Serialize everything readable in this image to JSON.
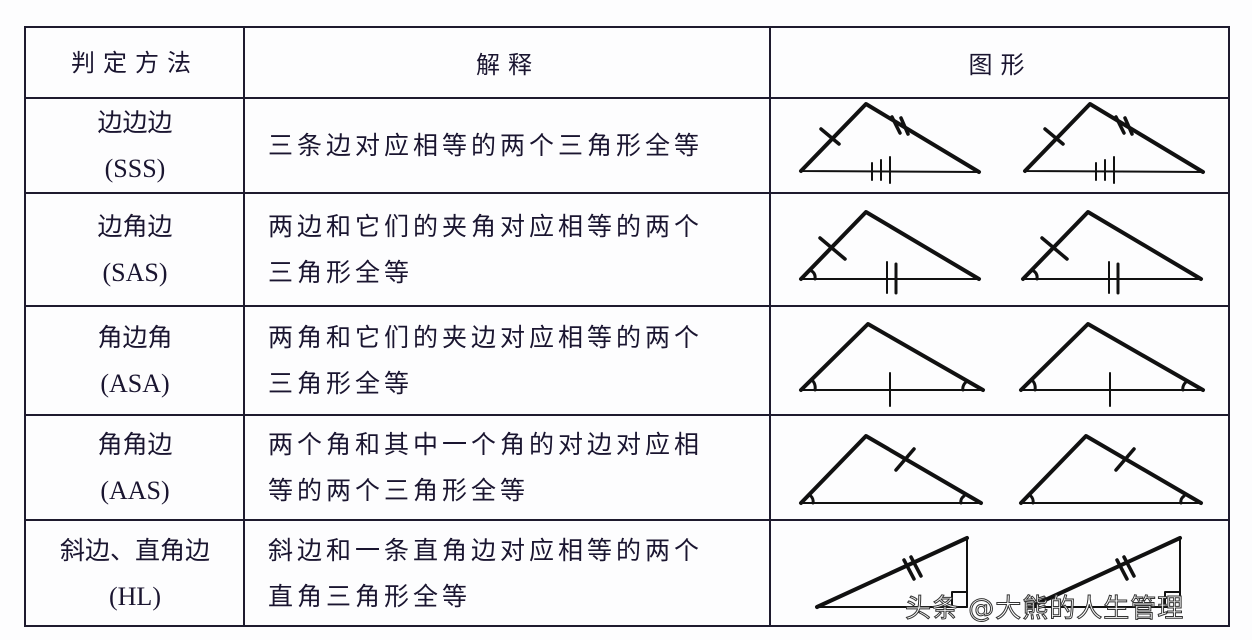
{
  "table": {
    "headers": [
      "判定方法",
      "解释",
      "图形"
    ],
    "rows": [
      {
        "method": "边边边",
        "abbr": "(SSS)",
        "explanation_lines": [
          "三条边对应相等的两个三角形全等"
        ]
      },
      {
        "method": "边角边",
        "abbr": "(SAS)",
        "explanation_lines": [
          "两边和它们的夹角对应相等的两个",
          "三角形全等"
        ]
      },
      {
        "method": "角边角",
        "abbr": "(ASA)",
        "explanation_lines": [
          "两角和它们的夹边对应相等的两个",
          "三角形全等"
        ]
      },
      {
        "method": "角角边",
        "abbr": "(AAS)",
        "explanation_lines": [
          "两个角和其中一个角的对边对应相",
          "等的两个三角形全等"
        ]
      },
      {
        "method": "斜边、直角边",
        "abbr": "(HL)",
        "explanation_lines": [
          "斜边和一条直角边对应相等的两个",
          "直角三角形全等"
        ]
      }
    ]
  },
  "watermark": "头条 @大熊的人生管理"
}
